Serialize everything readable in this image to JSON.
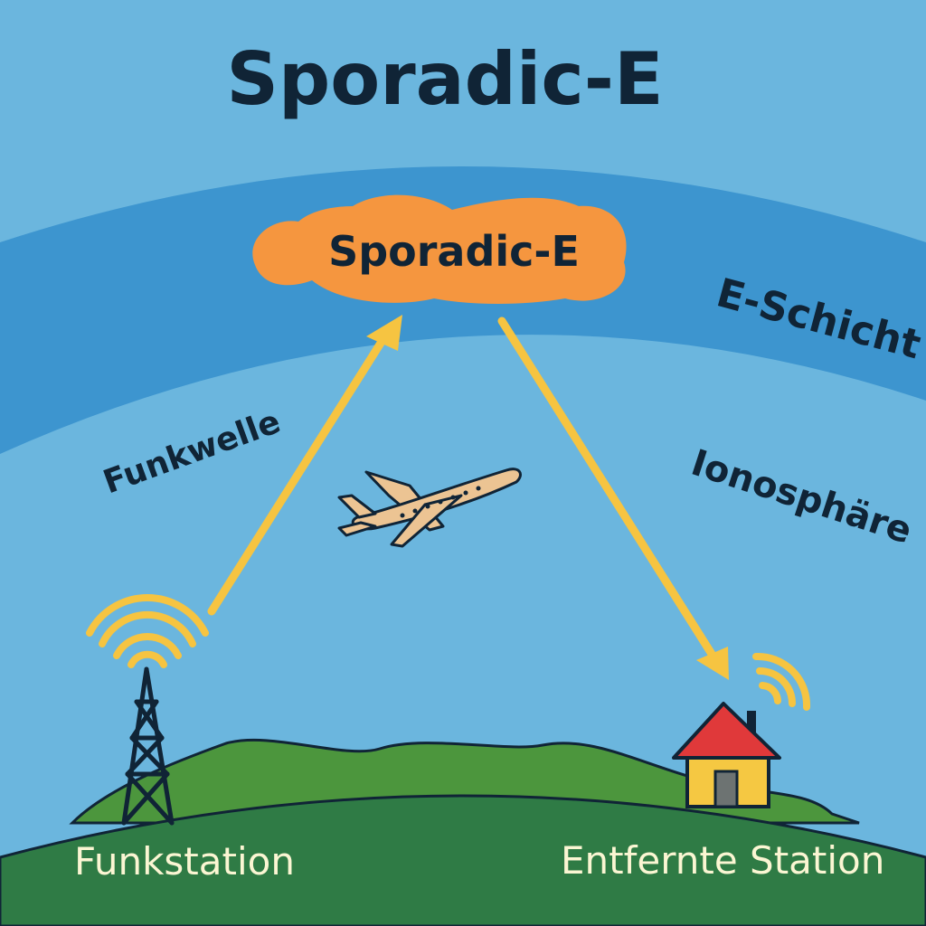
{
  "title": "Sporadic-E",
  "labels": {
    "cloud": "Sporadic-E",
    "e_layer": "E-Schicht",
    "ionosphere": "Ionosphäre",
    "wave": "Funkwelle",
    "station_left": "Funkstation",
    "station_right": "Entfernte Station"
  },
  "icons": {
    "tower": "radio-tower-icon",
    "house": "house-icon",
    "airplane": "airplane-icon"
  },
  "colors": {
    "sky": "#6bb6de",
    "e_layer": "#3d95cf",
    "cloud": "#f5963f",
    "arrow": "#f6c441",
    "ground": "#2f7b45",
    "hills": "#4c963d",
    "text_dark": "#102436",
    "text_light": "#fbf6d3",
    "roof": "#e0393a",
    "wall": "#f5c842",
    "plane": "#ecc493"
  }
}
